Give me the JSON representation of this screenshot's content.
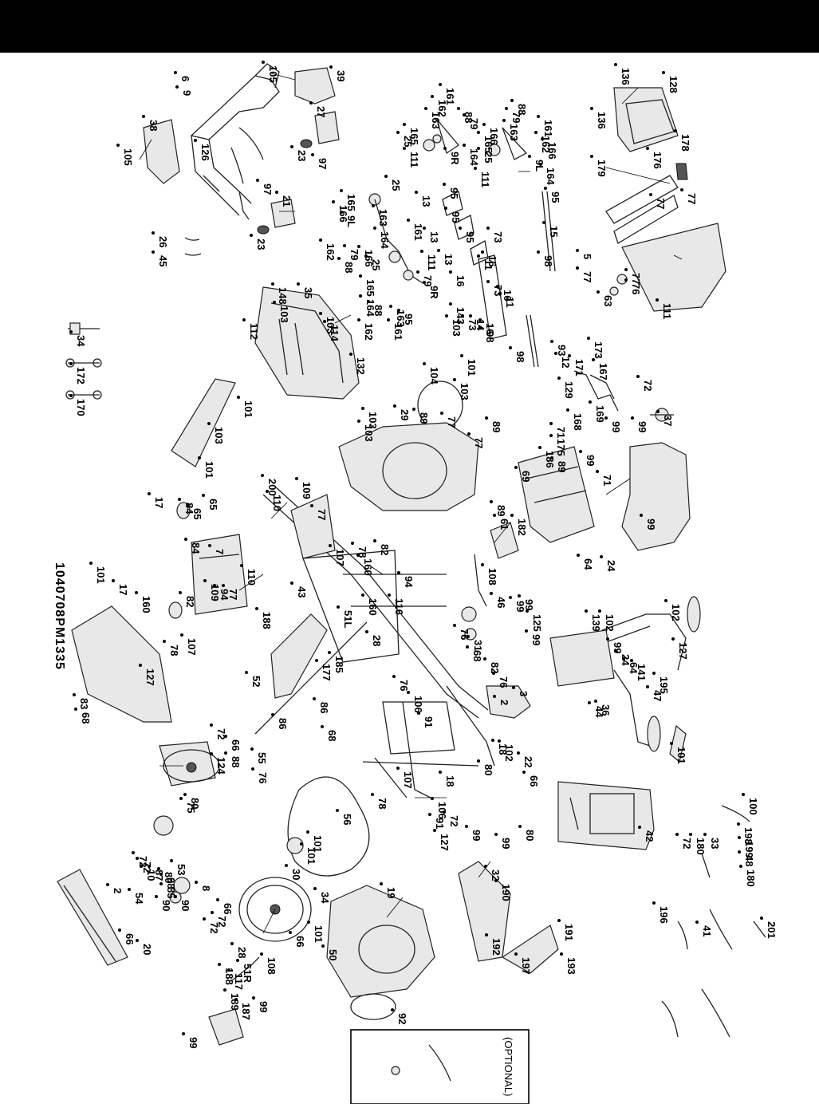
{
  "document": {
    "model_code": "1040708PM1335",
    "optional_label": "(OPTIONAL)"
  },
  "callouts": [
    "105",
    "39",
    "9",
    "6",
    "27",
    "126",
    "23",
    "97",
    "38",
    "105",
    "21",
    "97",
    "23",
    "26",
    "45",
    "161",
    "162",
    "163",
    "88",
    "79",
    "165",
    "25",
    "111",
    "9R",
    "164",
    "88",
    "161",
    "79",
    "163",
    "162",
    "166",
    "165",
    "166",
    "25",
    "111",
    "9L",
    "164",
    "136",
    "128",
    "136",
    "178",
    "179",
    "176",
    "77",
    "77",
    "5",
    "77",
    "77",
    "76",
    "63",
    "111",
    "25",
    "165",
    "166",
    "163",
    "9L",
    "164",
    "25",
    "162",
    "79",
    "88",
    "161",
    "111",
    "166",
    "165",
    "79",
    "9R",
    "164",
    "88",
    "163",
    "162",
    "161",
    "95",
    "13",
    "95",
    "13",
    "95",
    "13",
    "95",
    "95",
    "15",
    "98",
    "73",
    "16",
    "11",
    "16",
    "14",
    "98",
    "73",
    "16",
    "11",
    "143",
    "73",
    "16",
    "98",
    "103",
    "101",
    "103",
    "148",
    "103",
    "35",
    "103",
    "114",
    "112",
    "132",
    "34",
    "172",
    "170",
    "104",
    "93",
    "12",
    "171",
    "173",
    "167",
    "72",
    "129",
    "168",
    "169",
    "99",
    "37",
    "99",
    "101",
    "103",
    "101",
    "103",
    "103",
    "29",
    "89",
    "77",
    "77",
    "89",
    "71",
    "175",
    "186",
    "89",
    "69",
    "71",
    "89",
    "61",
    "99",
    "182",
    "99",
    "200",
    "110",
    "109",
    "77",
    "17",
    "65",
    "84",
    "65",
    "84",
    "7",
    "110",
    "109",
    "77",
    "17",
    "94",
    "82",
    "160",
    "107",
    "78",
    "160",
    "82",
    "94",
    "160",
    "116",
    "51L",
    "28",
    "108",
    "46",
    "99",
    "99",
    "125",
    "99",
    "64",
    "24",
    "139",
    "102",
    "102",
    "127",
    "43",
    "188",
    "177",
    "185",
    "52",
    "86",
    "86",
    "68",
    "76",
    "31",
    "68",
    "82",
    "76",
    "3",
    "2",
    "99",
    "24",
    "64",
    "141",
    "36",
    "47",
    "44",
    "195",
    "101",
    "101",
    "107",
    "78",
    "127",
    "83",
    "68",
    "76",
    "106",
    "91",
    "18",
    "22",
    "102",
    "18",
    "106",
    "91",
    "78",
    "107",
    "127",
    "72",
    "80",
    "66",
    "80",
    "72",
    "66",
    "55",
    "88",
    "124",
    "76",
    "80",
    "72",
    "72",
    "10",
    "87",
    "80",
    "98",
    "75",
    "53",
    "85",
    "54",
    "8",
    "90",
    "90",
    "56",
    "30",
    "101",
    "101",
    "34",
    "19",
    "101",
    "50",
    "92",
    "42",
    "100",
    "198",
    "199",
    "48",
    "180",
    "33",
    "180",
    "72",
    "2",
    "66",
    "20",
    "72",
    "66",
    "72",
    "66",
    "108",
    "28",
    "51R",
    "117",
    "188",
    "189",
    "187",
    "99",
    "99",
    "99",
    "99",
    "32",
    "190",
    "192",
    "191",
    "193",
    "197",
    "196",
    "41",
    "201"
  ]
}
